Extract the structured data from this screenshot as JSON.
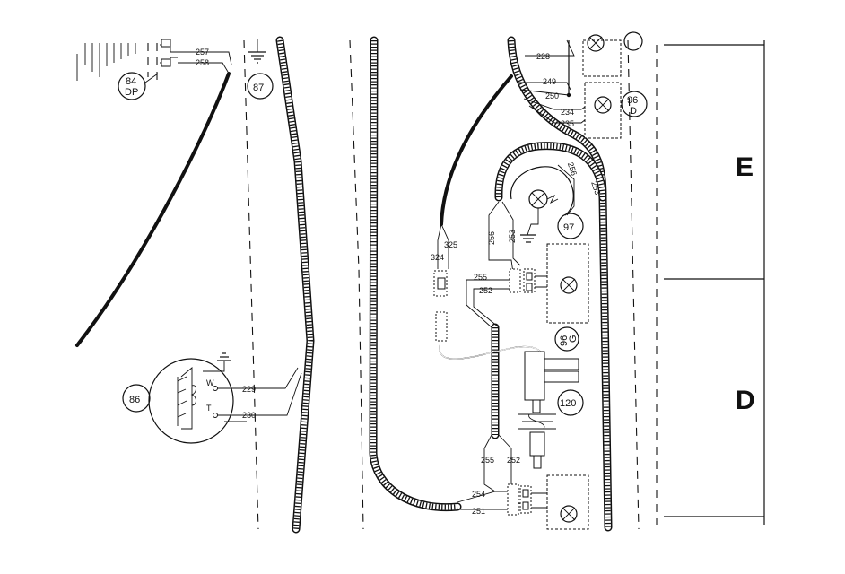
{
  "components": [
    {
      "id": "84",
      "sub": "DP"
    },
    {
      "id": "87",
      "sub": ""
    },
    {
      "id": "86",
      "sub": ""
    },
    {
      "id": "96",
      "sub": "D"
    },
    {
      "id": "97",
      "sub": ""
    },
    {
      "id": "120",
      "sub": ""
    },
    {
      "id": "96",
      "sub": "G"
    },
    {
      "id": "D",
      "sub": ""
    }
  ],
  "wires": {
    "w257": "257",
    "w258": "258",
    "w229": "229",
    "w230": "230",
    "w228": "228",
    "w249": "249",
    "w250": "250",
    "w234": "234",
    "w235": "235",
    "w256a": "256",
    "w253a": "253",
    "w256b": "256",
    "w253b": "253",
    "w325": "325",
    "w324": "324",
    "w255a": "255",
    "w252a": "252",
    "w255b": "255",
    "w252b": "252",
    "w254": "254",
    "w251": "251"
  },
  "terminals": {
    "w": "W",
    "t": "T"
  },
  "zones": [
    "E",
    "D"
  ]
}
